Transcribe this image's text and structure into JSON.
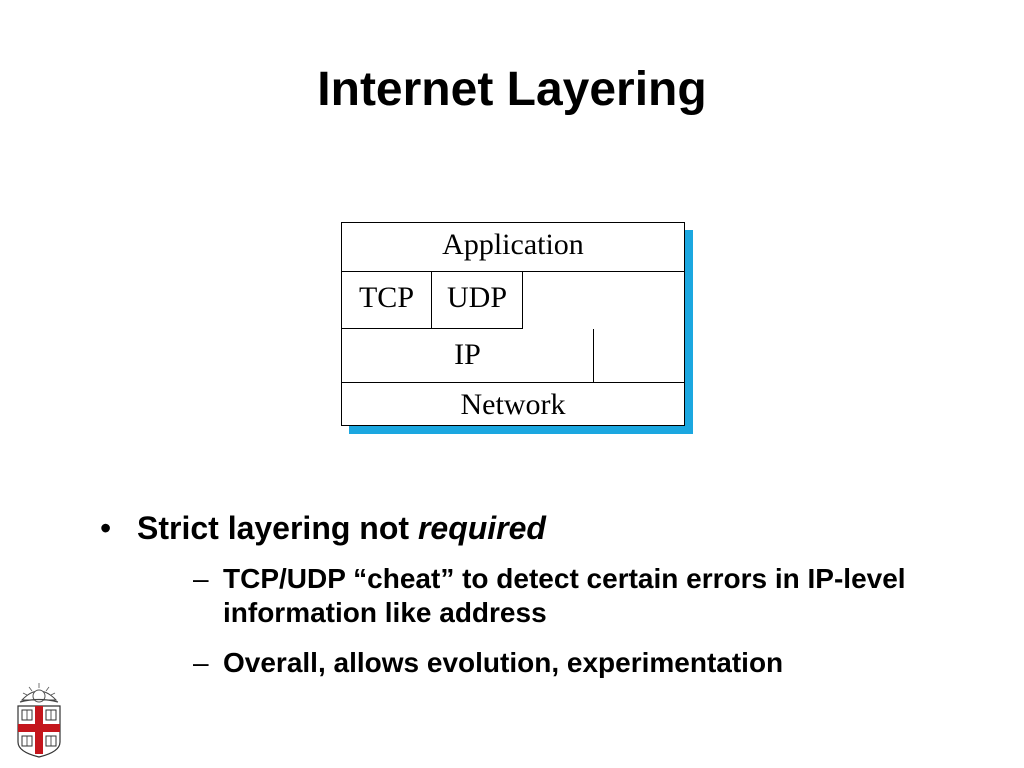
{
  "slide": {
    "title": "Internet Layering"
  },
  "diagram": {
    "layers": {
      "application": "Application",
      "tcp": "TCP",
      "udp": "UDP",
      "ip": "IP",
      "network": "Network"
    },
    "shadow_color": "#1ba7e0"
  },
  "bullets": {
    "main": {
      "marker": "•",
      "text_bold": "Strict layering not ",
      "text_bold_italic": "required"
    },
    "sub": [
      {
        "marker": "–",
        "text": "TCP/UDP “cheat” to detect certain errors in IP-level information like address"
      },
      {
        "marker": "–",
        "text": "Overall, allows evolution, experimentation"
      }
    ]
  },
  "logo": {
    "icon": "university-shield-icon",
    "accent": "#c4161c"
  }
}
